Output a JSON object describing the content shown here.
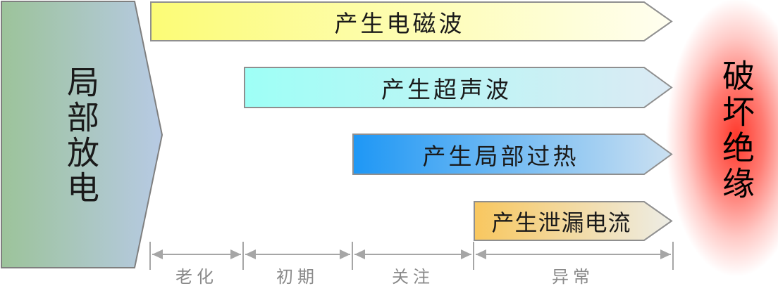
{
  "diagram": {
    "source": {
      "label": "局部放电",
      "gradient_from": "#9CC39A",
      "gradient_to": "#B7CAE4",
      "border_color": "#7F7F7F",
      "text_color": "#1A1A1A"
    },
    "effects": [
      {
        "label": "产生电磁波",
        "gradient_from": "#FCFC76",
        "gradient_to": "#FFFEF0"
      },
      {
        "label": "产生超声波",
        "gradient_from": "#9EFFF6",
        "gradient_to": "#DCEAF4"
      },
      {
        "label": "产生局部过热",
        "gradient_from": "#1E97F5",
        "gradient_to": "#CBE0F1"
      },
      {
        "label": "产生泄漏电流",
        "gradient_from": "#F8C75F",
        "gradient_to": "#EDEDE6"
      }
    ],
    "effects_border_color": "#8F8F8F",
    "result": {
      "label": "破坏绝缘",
      "glow_color": "#FF2D1F",
      "text_color": "#000000"
    },
    "timeline": {
      "color": "#A6A6A6",
      "label_color": "#8A8A8A",
      "segments": [
        {
          "label": "老化"
        },
        {
          "label": "初期"
        },
        {
          "label": "关注"
        },
        {
          "label": "异常"
        }
      ]
    }
  }
}
